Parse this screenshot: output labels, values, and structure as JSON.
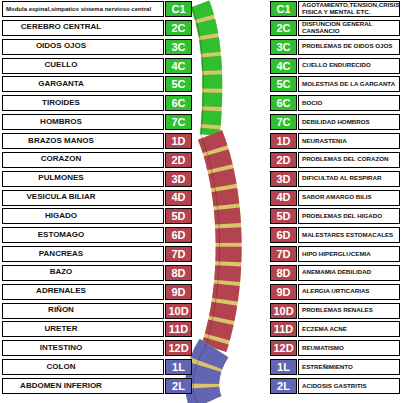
{
  "diagram": {
    "nodes": [
      {
        "text": [
          "Modula espinal,simpatico sistema nervioso central"
        ]
      },
      {
        "text": [
          "C1"
        ]
      },
      {
        "text": [
          "C1"
        ]
      },
      {
        "text": [
          "AGOTAMIENTO,TENSION,CRISIS FISICA Y MENTAL ETC."
        ]
      },
      {
        "text": [
          "CEREBRO CENTRAL"
        ]
      },
      {
        "text": [
          "2C"
        ]
      },
      {
        "text": [
          "2C"
        ]
      },
      {
        "text": [
          "DISFUNCION GENERAL CANSANCIO"
        ]
      },
      {
        "text": [
          "OIDOS OJOS"
        ]
      },
      {
        "text": [
          "3C"
        ]
      },
      {
        "text": [
          "3C"
        ]
      },
      {
        "text": [
          "PROBLEMAS DE OIDOS OJOS"
        ]
      },
      {
        "text": [
          "CUELLO"
        ]
      },
      {
        "text": [
          "4C"
        ]
      },
      {
        "text": [
          "4C"
        ]
      },
      {
        "text": [
          "CUELLO ENDURECIDO"
        ]
      },
      {
        "text": [
          "GARGANTA"
        ]
      },
      {
        "text": [
          "5C"
        ]
      },
      {
        "text": [
          "5C"
        ]
      },
      {
        "text": [
          "MOLESTIAS DE LA GARGANTA"
        ]
      },
      {
        "text": [
          "TIROIDES"
        ]
      },
      {
        "text": [
          "6C"
        ]
      },
      {
        "text": [
          "6C"
        ]
      },
      {
        "text": [
          "BOCIO"
        ]
      },
      {
        "text": [
          "HOMBROS"
        ]
      },
      {
        "text": [
          "7C"
        ]
      },
      {
        "text": [
          "7C"
        ]
      },
      {
        "text": [
          "DEBILIDAD HOMBROS"
        ]
      },
      {
        "text": [
          "BRAZOS MANOS"
        ]
      },
      {
        "text": [
          "1D"
        ]
      },
      {
        "text": [
          "1D"
        ]
      },
      {
        "text": [
          "NEURASTENIA"
        ]
      },
      {
        "text": [
          "CORAZON"
        ]
      },
      {
        "text": [
          "2D"
        ]
      },
      {
        "text": [
          "2D"
        ]
      },
      {
        "text": [
          "PROBLEMAS DEL CORAZON"
        ]
      },
      {
        "text": [
          "PULMONES"
        ]
      },
      {
        "text": [
          "3D"
        ]
      },
      {
        "text": [
          "3D"
        ]
      },
      {
        "text": [
          "DIFICULTAD AL RESPIRAR"
        ]
      },
      {
        "text": [
          "VESICULA BILIAR"
        ]
      },
      {
        "text": [
          "4D"
        ]
      },
      {
        "text": [
          "4D"
        ]
      },
      {
        "text": [
          "SABOR AMARGO BILIS"
        ]
      },
      {
        "text": [
          "HIGADO"
        ]
      },
      {
        "text": [
          "5D"
        ]
      },
      {
        "text": [
          "5D"
        ]
      },
      {
        "text": [
          "PROBLEMAS DEL HIGADO"
        ]
      },
      {
        "text": [
          "ESTOMAGO"
        ]
      },
      {
        "text": [
          "6D"
        ]
      },
      {
        "text": [
          "6D"
        ]
      },
      {
        "text": [
          "MALESTARES ESTOMACALES"
        ]
      },
      {
        "text": [
          "PANCREAS"
        ]
      },
      {
        "text": [
          "7D"
        ]
      },
      {
        "text": [
          "7D"
        ]
      },
      {
        "text": [
          "HIPO HIPERGLUCEMIA"
        ]
      },
      {
        "text": [
          "BAZO"
        ]
      },
      {
        "text": [
          "8D"
        ]
      },
      {
        "text": [
          "8D"
        ]
      },
      {
        "text": [
          "ANEMAMIA DEBILIDAD"
        ]
      },
      {
        "text": [
          "ADRENALES"
        ]
      },
      {
        "text": [
          "9D"
        ]
      },
      {
        "text": [
          "9D"
        ]
      },
      {
        "text": [
          "ALERGIA URTICARIAS"
        ]
      },
      {
        "text": [
          "RIÑON"
        ]
      },
      {
        "text": [
          "10D"
        ]
      },
      {
        "text": [
          "10D"
        ]
      },
      {
        "text": [
          "PROBLEMAS RENALES"
        ]
      },
      {
        "text": [
          "URETER"
        ]
      },
      {
        "text": [
          "11D"
        ]
      },
      {
        "text": [
          "11D"
        ]
      },
      {
        "text": [
          "ECZEMA ACNE"
        ]
      },
      {
        "text": [
          "INTESTINO"
        ]
      },
      {
        "text": [
          "12D"
        ]
      },
      {
        "text": [
          "12D"
        ]
      },
      {
        "text": [
          "REUMATISMO"
        ]
      },
      {
        "text": [
          "COLON"
        ]
      },
      {
        "text": [
          "1L"
        ]
      },
      {
        "text": [
          "1L"
        ]
      },
      {
        "text": [
          "ESTREÑIMIENTO"
        ]
      },
      {
        "text": [
          "ABDOMEN INFERIOR"
        ]
      },
      {
        "text": [
          "2L"
        ]
      },
      {
        "text": [
          "2L"
        ]
      },
      {
        "text": [
          "ACIDOSIS GASTRITIS"
        ]
      }
    ]
  }
}
